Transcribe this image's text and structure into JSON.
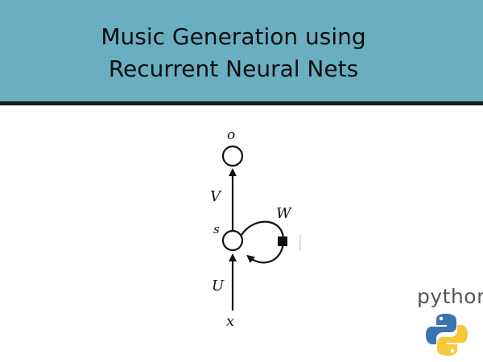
{
  "header": {
    "title_line1": "Music Generation using",
    "title_line2": "Recurrent Neural Nets"
  },
  "diagram": {
    "node_output_label": "o",
    "node_state_label": "s",
    "input_label": "x",
    "weight_in_label": "U",
    "weight_out_label": "V",
    "weight_recurrent_label": "W"
  },
  "logo": {
    "wordmark": "python",
    "icon": "python-logo-icon",
    "colors": {
      "blue": "#3a75b0",
      "yellow": "#f5c93a"
    }
  }
}
